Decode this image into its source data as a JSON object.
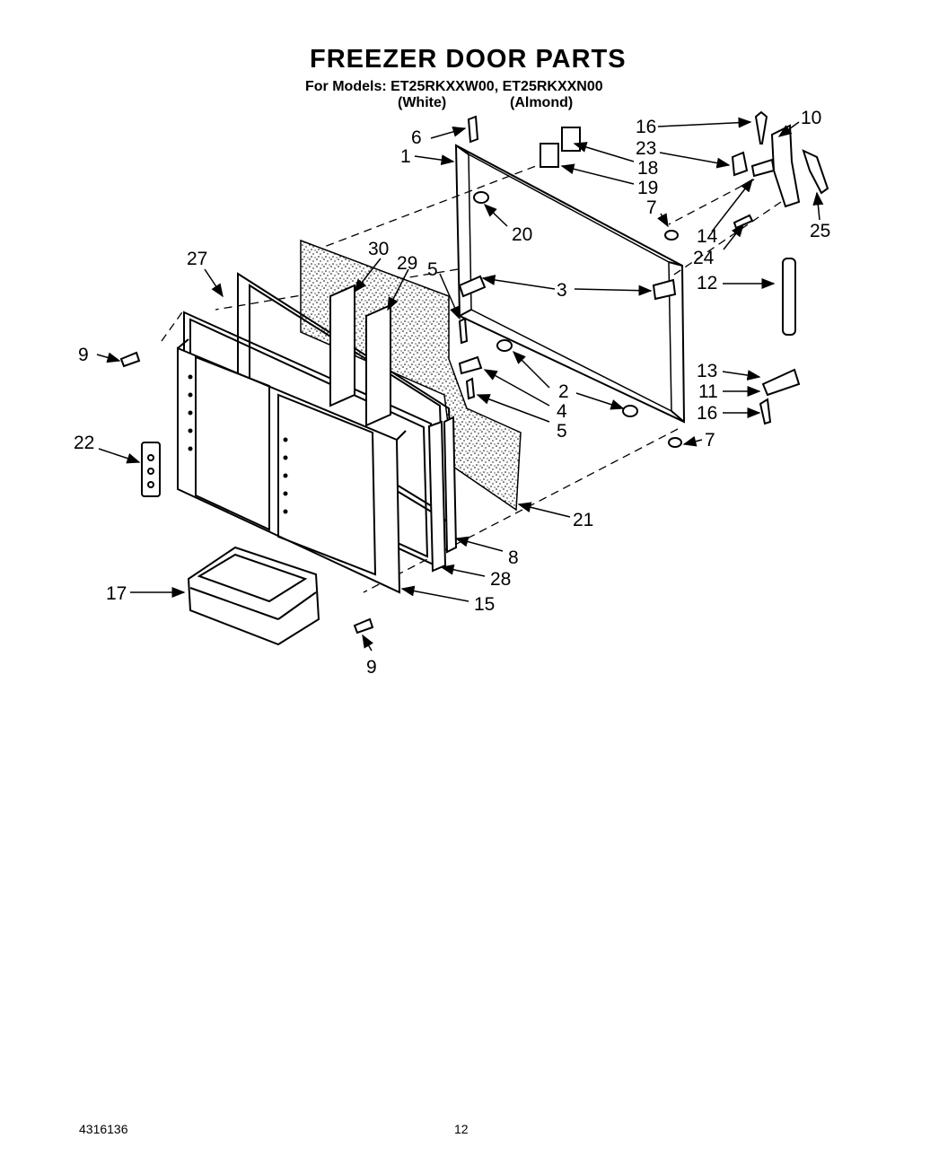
{
  "header": {
    "title": "FREEZER DOOR PARTS",
    "models_line": "For Models: ET25RKXXW00, ET25RKXXN00",
    "variant_white": "(White)",
    "variant_almond": "(Almond)"
  },
  "footer": {
    "doc_number": "4316136",
    "page_number": "12"
  },
  "callouts": [
    "1",
    "2",
    "3",
    "4",
    "5",
    "6",
    "7",
    "8",
    "9",
    "10",
    "11",
    "12",
    "13",
    "14",
    "15",
    "16",
    "17",
    "18",
    "19",
    "20",
    "21",
    "22",
    "23",
    "24",
    "25",
    "27",
    "28",
    "29",
    "30"
  ]
}
